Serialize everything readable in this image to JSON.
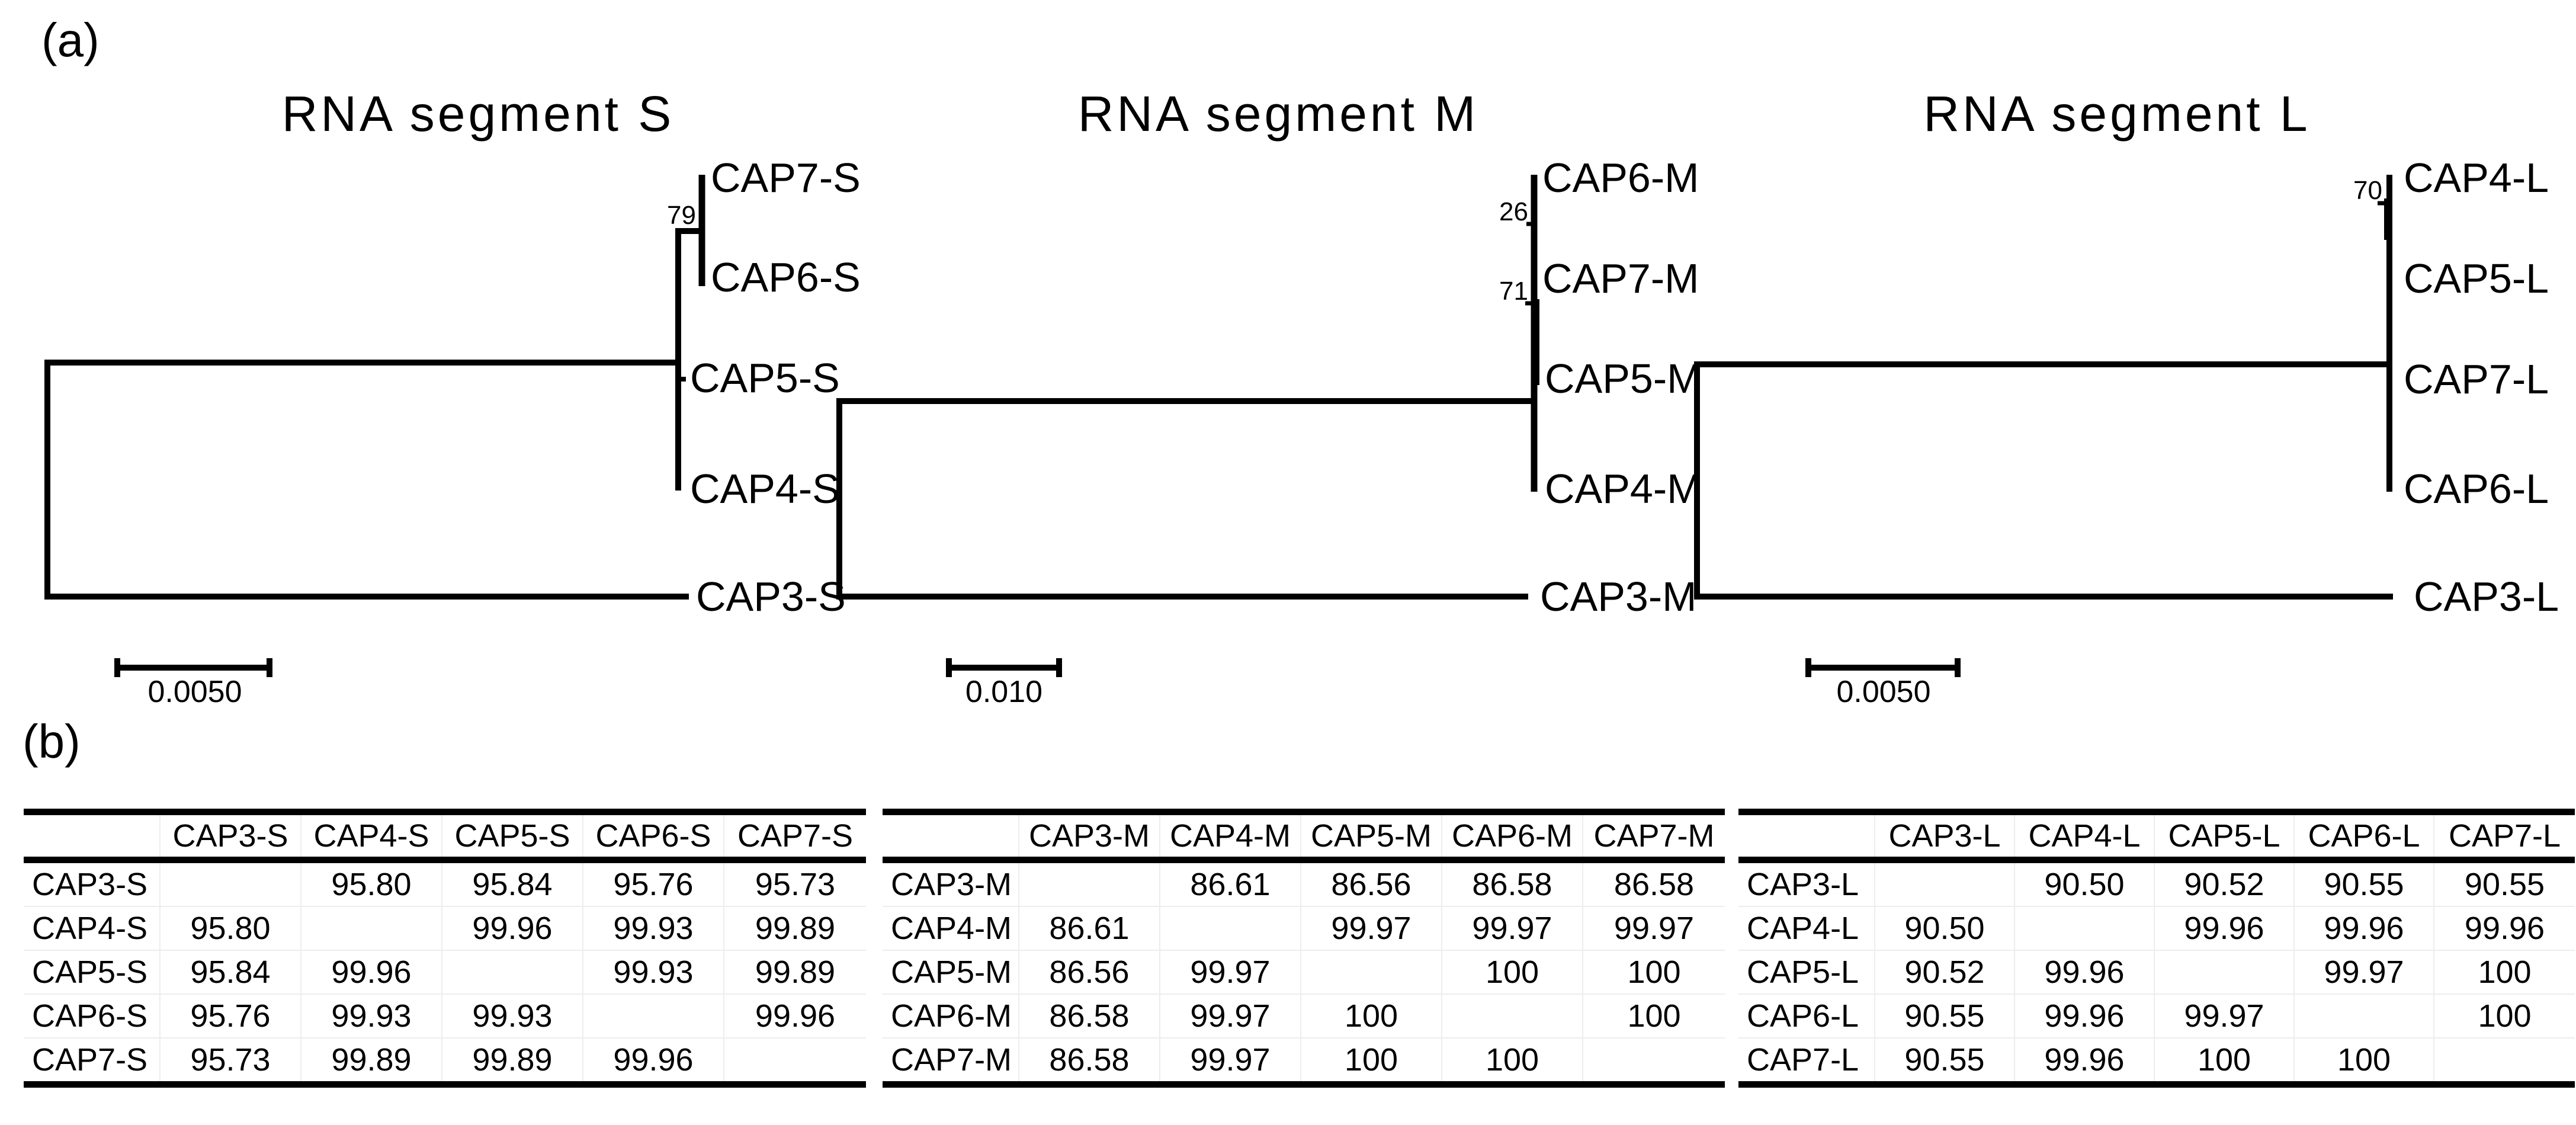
{
  "panel_a_label": "(a)",
  "panel_b_label": "(b)",
  "trees": [
    {
      "title": "RNA segment S",
      "tips": [
        "CAP7-S",
        "CAP6-S",
        "CAP5-S",
        "CAP4-S",
        "CAP3-S"
      ],
      "bootstraps": [
        "79"
      ],
      "scale_label": "0.0050"
    },
    {
      "title": "RNA segment M",
      "tips": [
        "CAP6-M",
        "CAP7-M",
        "CAP5-M",
        "CAP4-M",
        "CAP3-M"
      ],
      "bootstraps": [
        "26",
        "71"
      ],
      "scale_label": "0.010"
    },
    {
      "title": "RNA segment L",
      "tips": [
        "CAP4-L",
        "CAP5-L",
        "CAP7-L",
        "CAP6-L",
        "CAP3-L"
      ],
      "bootstraps": [
        "70"
      ],
      "scale_label": "0.0050"
    }
  ],
  "tables": [
    {
      "col_headers": [
        "CAP3-S",
        "CAP4-S",
        "CAP5-S",
        "CAP6-S",
        "CAP7-S"
      ],
      "rows": [
        {
          "label": "CAP3-S",
          "cells": [
            "",
            "95.80",
            "95.84",
            "95.76",
            "95.73"
          ]
        },
        {
          "label": "CAP4-S",
          "cells": [
            "95.80",
            "",
            "99.96",
            "99.93",
            "99.89"
          ]
        },
        {
          "label": "CAP5-S",
          "cells": [
            "95.84",
            "99.96",
            "",
            "99.93",
            "99.89"
          ]
        },
        {
          "label": "CAP6-S",
          "cells": [
            "95.76",
            "99.93",
            "99.93",
            "",
            "99.96"
          ]
        },
        {
          "label": "CAP7-S",
          "cells": [
            "95.73",
            "99.89",
            "99.89",
            "99.96",
            ""
          ]
        }
      ]
    },
    {
      "col_headers": [
        "CAP3-M",
        "CAP4-M",
        "CAP5-M",
        "CAP6-M",
        "CAP7-M"
      ],
      "rows": [
        {
          "label": "CAP3-M",
          "cells": [
            "",
            "86.61",
            "86.56",
            "86.58",
            "86.58"
          ]
        },
        {
          "label": "CAP4-M",
          "cells": [
            "86.61",
            "",
            "99.97",
            "99.97",
            "99.97"
          ]
        },
        {
          "label": "CAP5-M",
          "cells": [
            "86.56",
            "99.97",
            "",
            "100",
            "100"
          ]
        },
        {
          "label": "CAP6-M",
          "cells": [
            "86.58",
            "99.97",
            "100",
            "",
            "100"
          ]
        },
        {
          "label": "CAP7-M",
          "cells": [
            "86.58",
            "99.97",
            "100",
            "100",
            ""
          ]
        }
      ]
    },
    {
      "col_headers": [
        "CAP3-L",
        "CAP4-L",
        "CAP5-L",
        "CAP6-L",
        "CAP7-L"
      ],
      "rows": [
        {
          "label": "CAP3-L",
          "cells": [
            "",
            "90.50",
            "90.52",
            "90.55",
            "90.55"
          ]
        },
        {
          "label": "CAP4-L",
          "cells": [
            "90.50",
            "",
            "99.96",
            "99.96",
            "99.96"
          ]
        },
        {
          "label": "CAP5-L",
          "cells": [
            "90.52",
            "99.96",
            "",
            "99.97",
            "100"
          ]
        },
        {
          "label": "CAP6-L",
          "cells": [
            "90.55",
            "99.96",
            "99.97",
            "",
            "100"
          ]
        },
        {
          "label": "CAP7-L",
          "cells": [
            "90.55",
            "99.96",
            "100",
            "100",
            ""
          ]
        }
      ]
    }
  ]
}
